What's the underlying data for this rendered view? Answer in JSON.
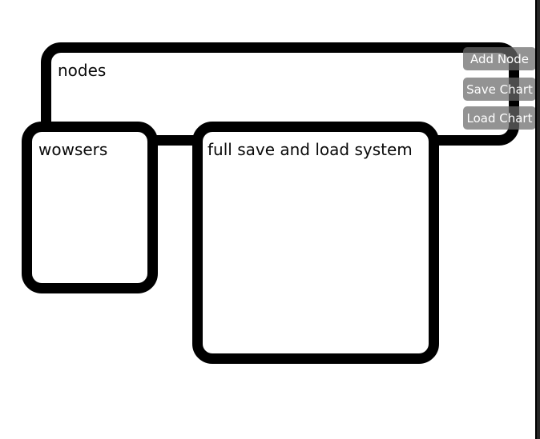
{
  "canvas": {
    "nodes": [
      {
        "id": "nodes",
        "label": "nodes"
      },
      {
        "id": "wowsers",
        "label": "wowsers"
      },
      {
        "id": "full-save",
        "label": "full save and load system"
      }
    ]
  },
  "toolbar": {
    "buttons": [
      {
        "id": "add-node",
        "label": "Add Node"
      },
      {
        "id": "save-chart",
        "label": "Save Chart"
      },
      {
        "id": "load-chart",
        "label": "Load Chart"
      }
    ]
  },
  "colors": {
    "canvas-bg": "#ffffff",
    "node-border": "#000000",
    "node-fill": "#ffffff",
    "button-bg": "rgba(105,105,105,0.72)",
    "button-text": "#ffffff",
    "scrollbar-bg": "#262626"
  }
}
